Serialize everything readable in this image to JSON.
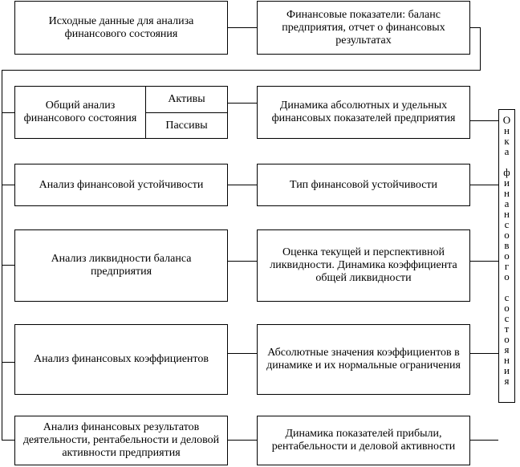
{
  "boxes": {
    "initial_data": "Исходные данные для анализа финансового состояния",
    "financial_indicators": "Финансовые показатели: баланс предприятия, отчет о финансовых результатах",
    "general_analysis": "Общий анализ финансового состояния",
    "assets": "Активы",
    "liabilities": "Пассивы",
    "dynamics_absolute": "Динамика абсолютных и удельных финансовых показателей предприятия",
    "stability_analysis": "Анализ финансовой устойчивости",
    "stability_type": "Тип финансовой устойчивости",
    "liquidity_analysis": "Анализ ликвидности баланса предприятия",
    "liquidity_assessment": "Оценка текущей и перспективной ликвидности. Динамика коэффициента общей ликвидности",
    "ratios_analysis": "Анализ финансовых коэффициентов",
    "ratios_values": "Абсолютные значения коэффициентов в динамике и их нормальные ограничения",
    "results_analysis": "Анализ финансовых результатов деятельности, рентабельности и деловой активности предприятия",
    "profit_dynamics": "Динамика показателей прибыли, рентабельности и деловой активности"
  },
  "vertical_label": "Онка финансового состояния"
}
